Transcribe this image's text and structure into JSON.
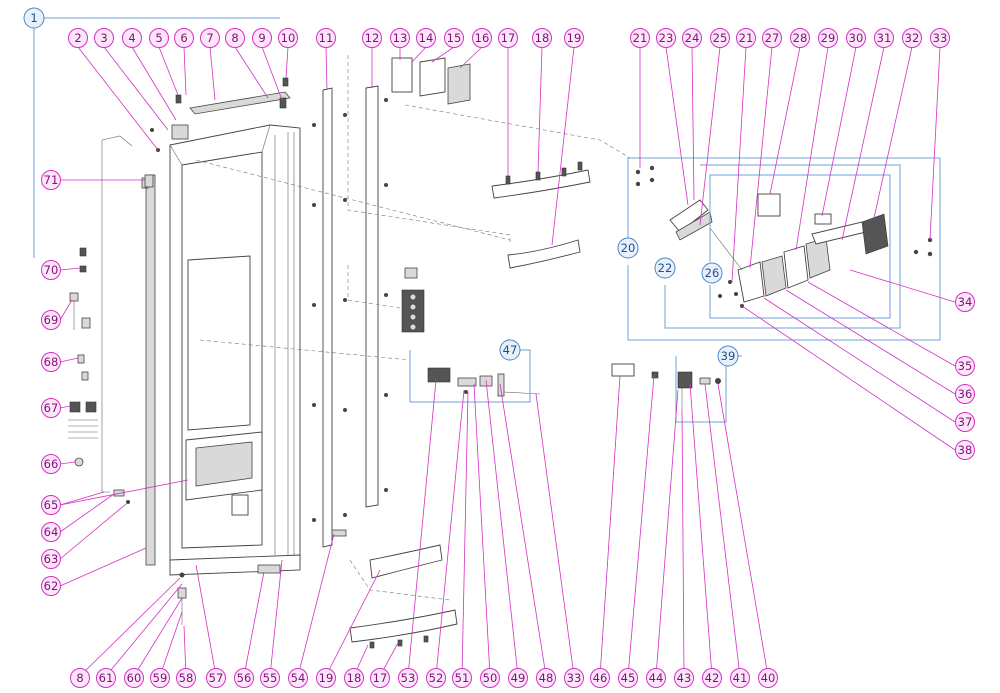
{
  "diagram": {
    "assembly_label": "1",
    "sub_assemblies": [
      "20",
      "22",
      "26",
      "39",
      "47"
    ],
    "callouts_top": [
      "2",
      "3",
      "4",
      "5",
      "6",
      "7",
      "8",
      "9",
      "10",
      "11",
      "12",
      "13",
      "14",
      "15",
      "16",
      "17",
      "18",
      "19",
      "21",
      "23",
      "24",
      "25",
      "21",
      "27",
      "28",
      "29",
      "30",
      "31",
      "32",
      "33"
    ],
    "callouts_left": [
      "71",
      "70",
      "69",
      "68",
      "67",
      "66",
      "65",
      "64",
      "63",
      "62"
    ],
    "callouts_right": [
      "34",
      "35",
      "36",
      "37",
      "38"
    ],
    "callouts_bottom": [
      "8",
      "61",
      "60",
      "59",
      "58",
      "57",
      "56",
      "55",
      "54",
      "19",
      "18",
      "17",
      "53",
      "52",
      "51",
      "50",
      "49",
      "48",
      "33",
      "46",
      "45",
      "44",
      "43",
      "42",
      "41",
      "40"
    ]
  },
  "colors": {
    "callout_fill": "#fde6fb",
    "callout_stroke": "#d62fc4",
    "assembly_fill": "#e8f1fb",
    "assembly_stroke": "#4a86c5"
  }
}
